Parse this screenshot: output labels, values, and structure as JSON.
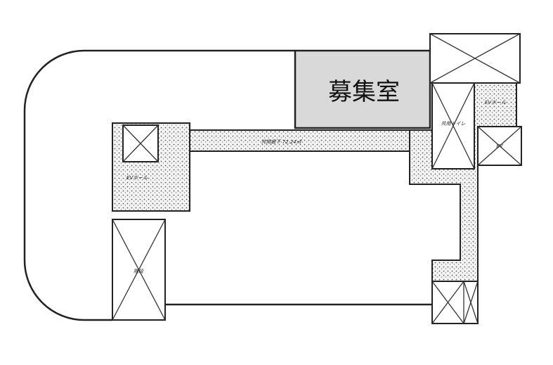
{
  "plan": {
    "vacant_room_label": "募集室",
    "corridor_label": "共用廊下 72.24㎡",
    "ev_hall_label": "EVホール",
    "toilet_label": "共用トイレ",
    "ev_label": "EV",
    "stair_label": "階段"
  },
  "colors": {
    "vacant_room_fill": "#d9d9d9",
    "lines": "#222222"
  }
}
